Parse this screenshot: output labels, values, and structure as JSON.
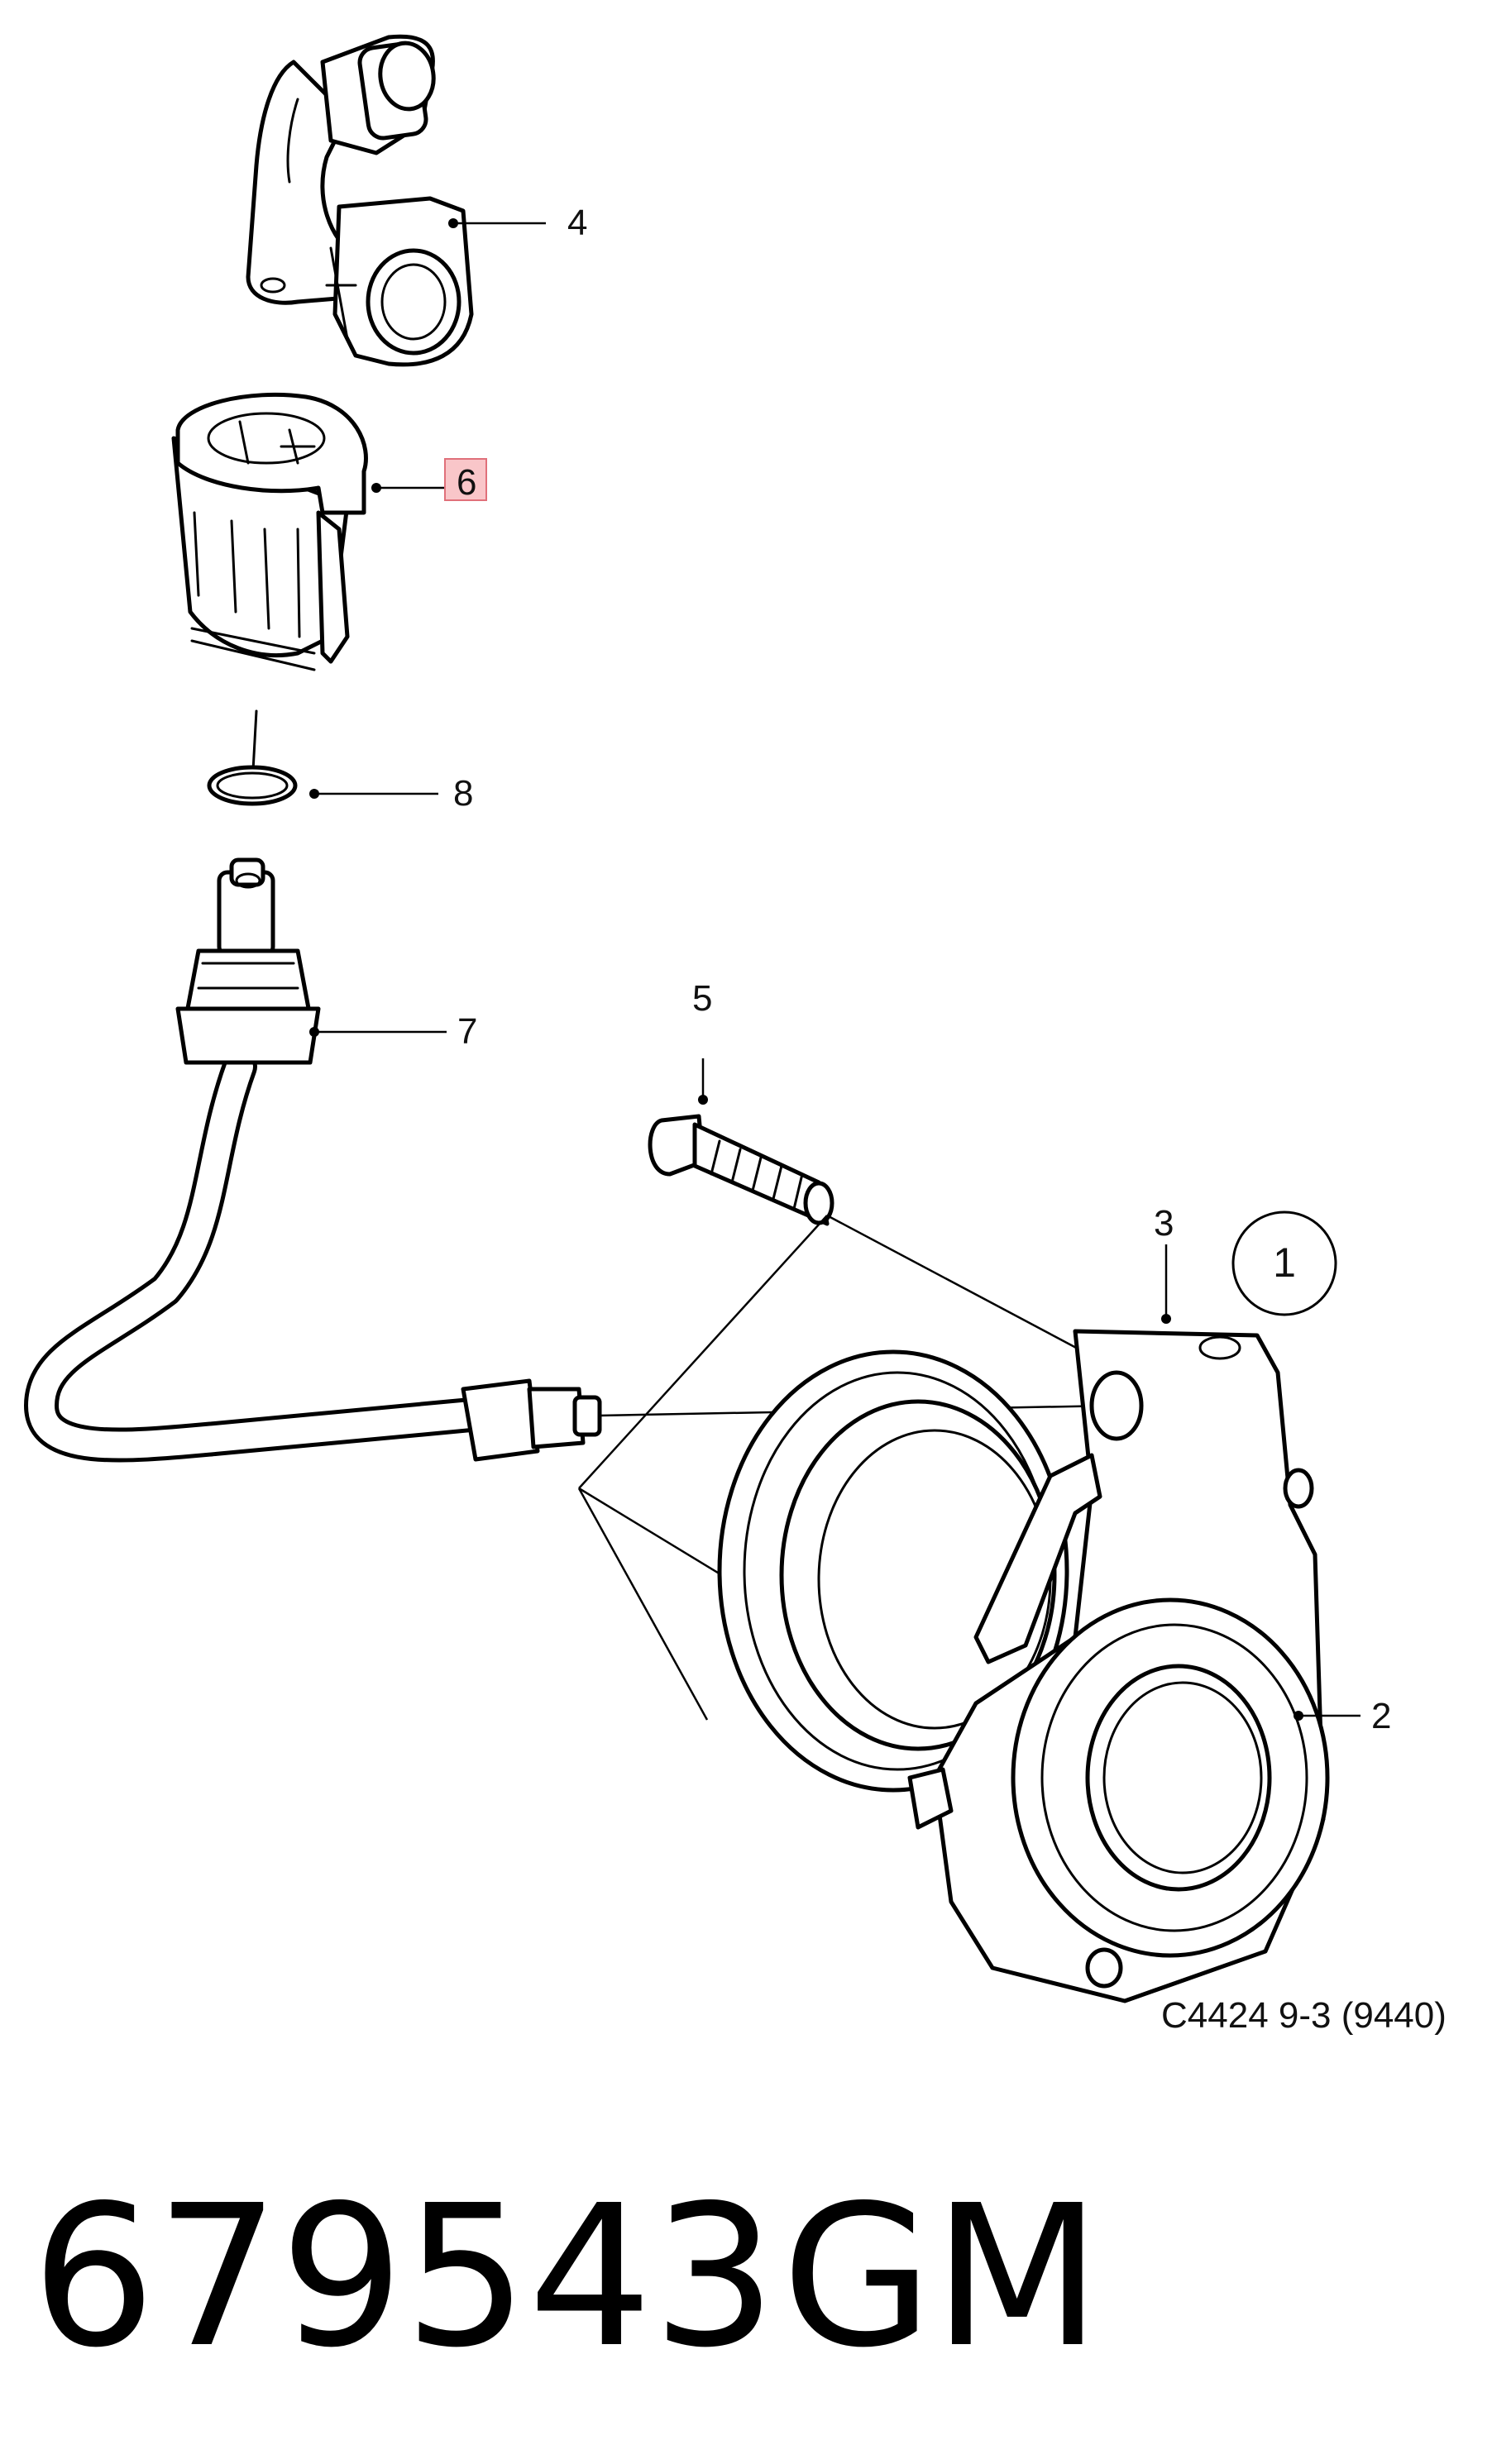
{
  "diagram": {
    "callouts": [
      {
        "id": "4",
        "label": "4"
      },
      {
        "id": "6",
        "label": "6",
        "highlighted": true
      },
      {
        "id": "8",
        "label": "8"
      },
      {
        "id": "7",
        "label": "7"
      },
      {
        "id": "5",
        "label": "5"
      },
      {
        "id": "3",
        "label": "3"
      },
      {
        "id": "2",
        "label": "2"
      }
    ],
    "circle_label": "1",
    "caption": "C4424 9-3 (9440)",
    "highlight_color": "#f9c6c9",
    "highlight_border": "#e0707a"
  },
  "part_number": "679543",
  "brand": "GM"
}
